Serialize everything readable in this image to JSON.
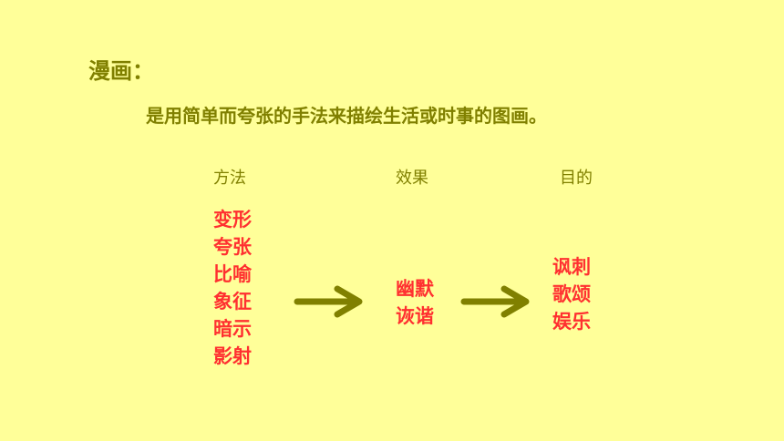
{
  "title": "漫画：",
  "definition": "是用简单而夸张的手法来描绘生活或时事的图画。",
  "columns": {
    "method": {
      "header": "方法",
      "items": [
        "变形",
        "夸张",
        "比喻",
        "象征",
        "暗示",
        "影射"
      ]
    },
    "effect": {
      "header": "效果",
      "items": [
        "幽默",
        "诙谐"
      ]
    },
    "purpose": {
      "header": "目的",
      "items": [
        "讽刺",
        "歌颂",
        "娱乐"
      ]
    }
  },
  "colors": {
    "background": "#ffff99",
    "heading": "#808000",
    "highlight": "#ff3030",
    "arrow": "#808000"
  }
}
